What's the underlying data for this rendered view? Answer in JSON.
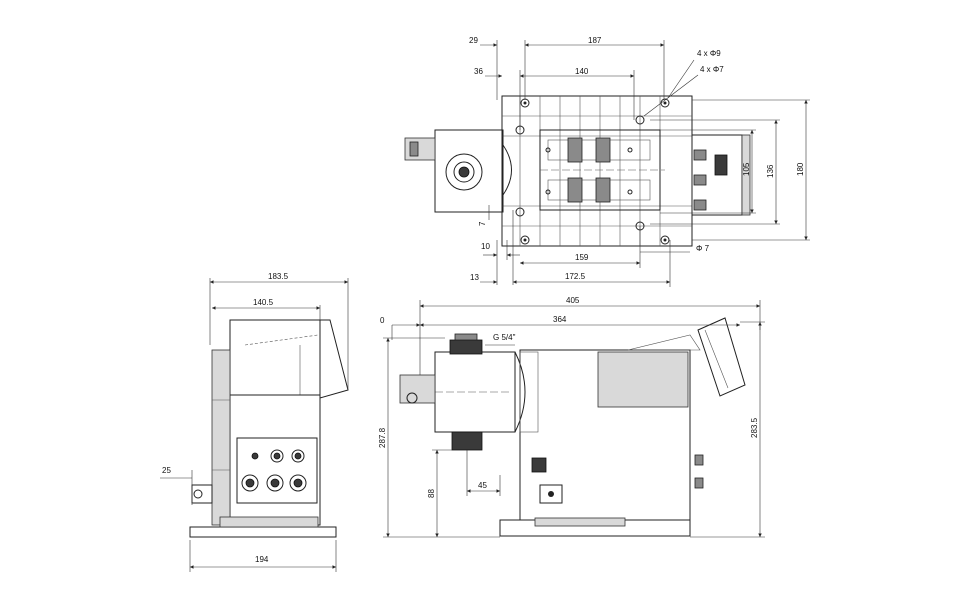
{
  "top_view": {
    "dims": {
      "d29": "29",
      "d187": "187",
      "d36": "36",
      "d140": "140",
      "holes9": "4 x Φ9",
      "holes7": "4 x Φ7",
      "d105": "105",
      "d136": "136",
      "d180": "180",
      "d7": "7",
      "d10": "10",
      "d159": "159",
      "dphi7": "Φ 7",
      "d13": "13",
      "d172_5": "172.5"
    }
  },
  "side_view": {
    "dims": {
      "d183_5": "183.5",
      "d140_5": "140.5",
      "d25": "25",
      "d194": "194"
    }
  },
  "front_view": {
    "dims": {
      "d405": "405",
      "d0": "0",
      "d364": "364",
      "thread": "G 5/4\"",
      "d287_8": "287.8",
      "d283_5": "283.5",
      "d88": "88",
      "d45": "45"
    }
  }
}
